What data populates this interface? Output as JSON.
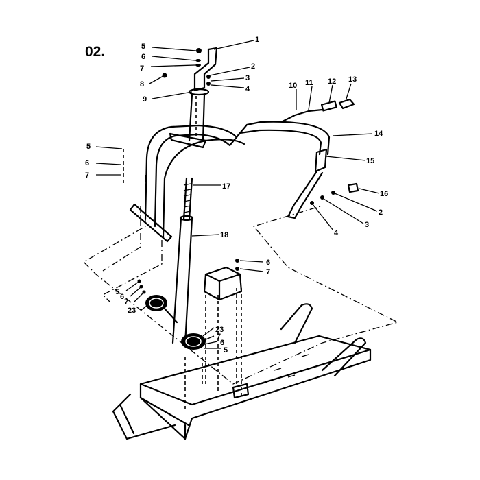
{
  "diagram": {
    "title": "02.",
    "callouts": {
      "top": [
        "5",
        "6",
        "7",
        "8",
        "9",
        "1",
        "2",
        "3",
        "4"
      ],
      "cable": [
        "10",
        "11",
        "12",
        "13",
        "14",
        "15",
        "16",
        "2",
        "3",
        "4"
      ],
      "rod": [
        "17",
        "18"
      ],
      "left_bolt": [
        "5",
        "6",
        "7"
      ],
      "switch": [
        "6",
        "7"
      ],
      "pulley_left": [
        "5",
        "6",
        "7",
        "23"
      ],
      "pulley_bottom": [
        "23",
        "7",
        "6",
        "5"
      ]
    }
  }
}
